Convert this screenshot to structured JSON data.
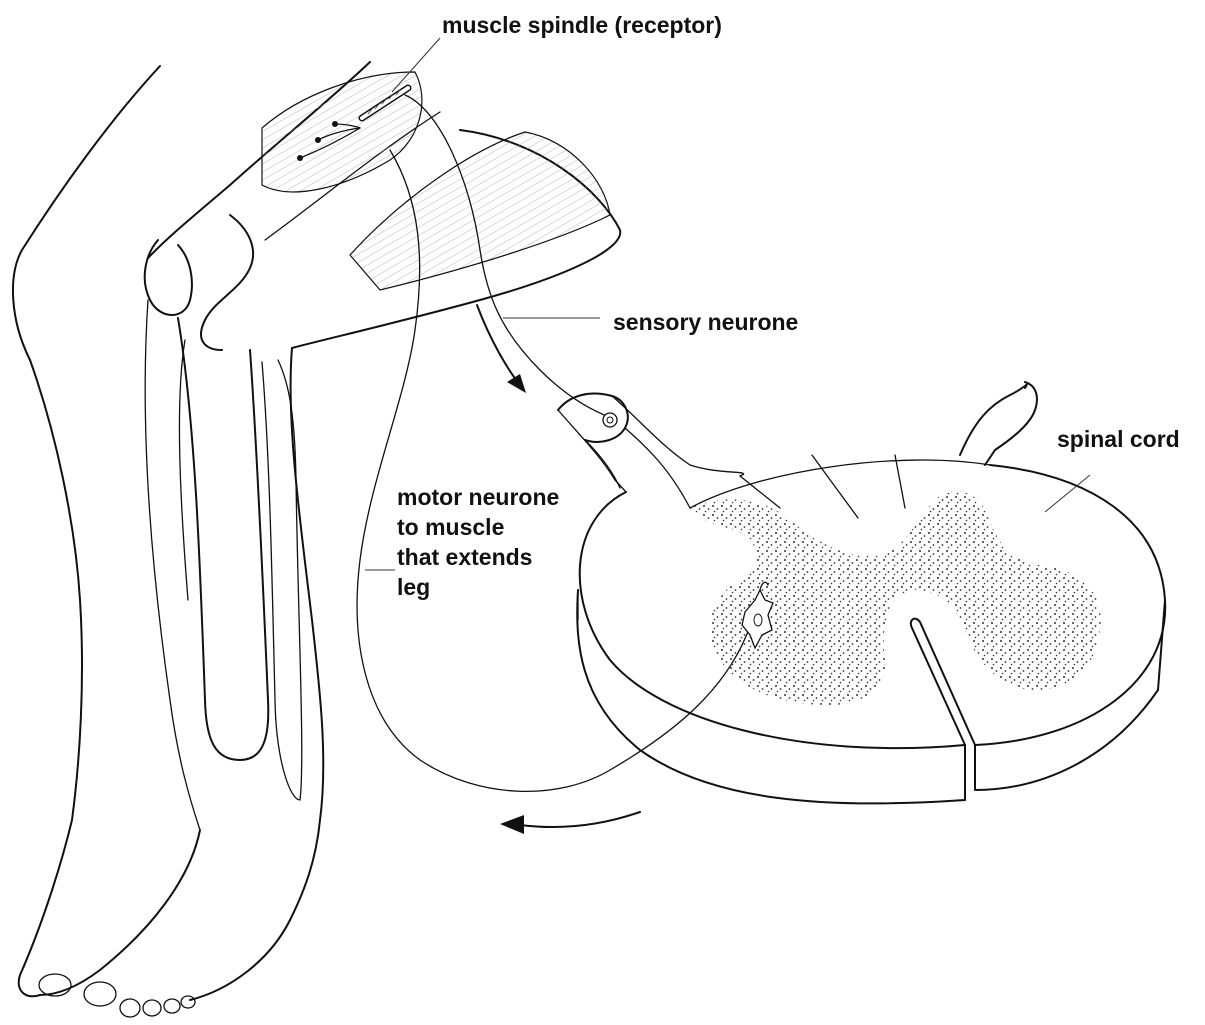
{
  "labels": {
    "muscle_spindle": "muscle spindle (receptor)",
    "sensory_neurone": "sensory neurone",
    "spinal_cord": "spinal cord",
    "motor_neurone_lines": [
      "motor neurone",
      "to muscle",
      "that extends",
      "leg"
    ]
  },
  "colors": {
    "ink": "#111111",
    "background": "#ffffff",
    "grey_matter_dots": "#333333"
  }
}
